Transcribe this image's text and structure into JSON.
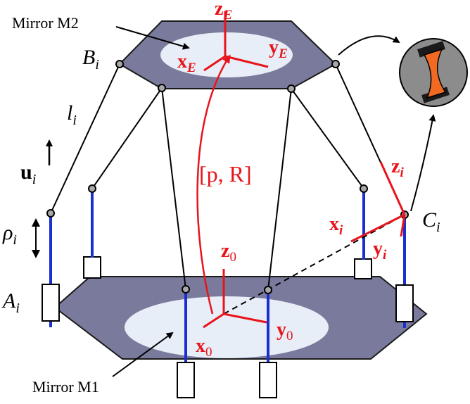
{
  "labels": {
    "mirror_m2": "Mirror M2",
    "mirror_m1": "Mirror M1",
    "B": "B",
    "B_sub": "i",
    "l": "l",
    "l_sub": "i",
    "u": "u",
    "u_sub": "i",
    "rho": "ρ",
    "rho_sub": "i",
    "A": "A",
    "A_sub": "i",
    "C": "C",
    "C_sub": "i",
    "pose": "[p, R]",
    "z0": "z",
    "z0_sub": "0",
    "y0": "y",
    "y0_sub": "0",
    "x0": "x",
    "x0_sub": "0",
    "zE": "z",
    "zE_sub": "E",
    "yE": "y",
    "yE_sub": "E",
    "xE": "x",
    "xE_sub": "E",
    "zi": "z",
    "zi_sub": "i",
    "xi": "x",
    "xi_sub": "i",
    "yi": "y",
    "yi_sub": "i"
  },
  "colors": {
    "plate": "#7a7a9c",
    "plate_stroke": "#1a1a1a",
    "mirror": "#e8eef7",
    "frame_red": "#e8141c",
    "actuator_blue": "#1a2fd0",
    "joint": "#a8a8a8",
    "flexure_orange": "#f26a21",
    "flexure_dark": "#1a1a1a",
    "flexure_gray": "#8c8c8c"
  }
}
